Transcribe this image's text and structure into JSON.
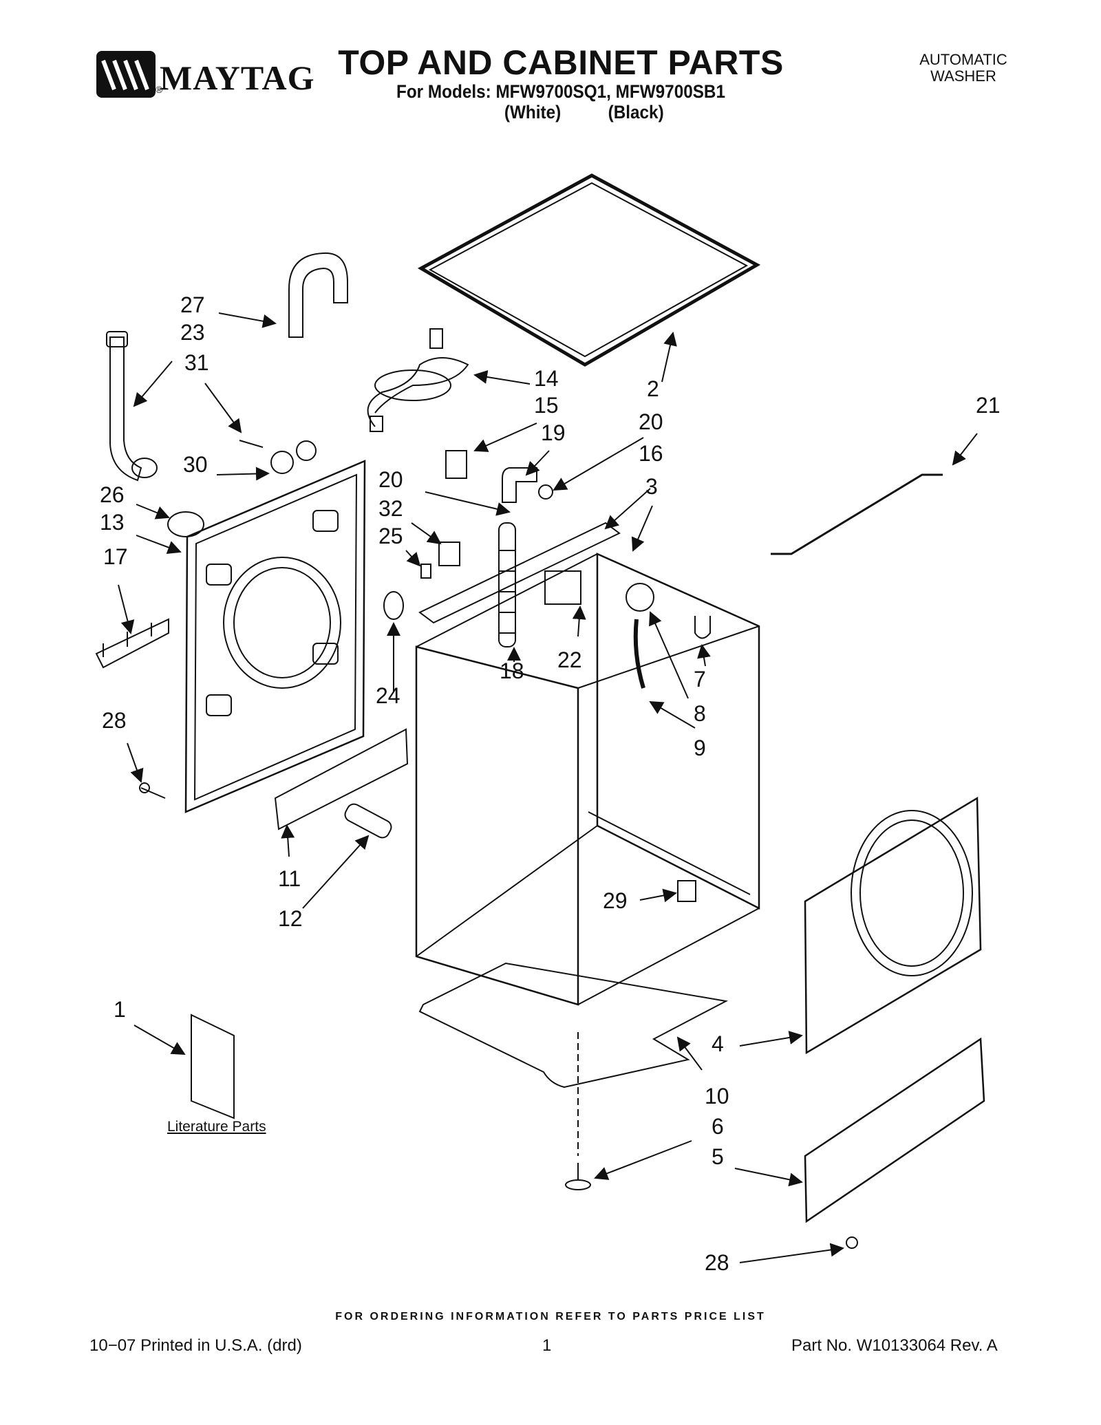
{
  "brand": {
    "name": "MAYTAG",
    "registered": "®"
  },
  "header": {
    "title": "TOP AND CABINET PARTS",
    "models": "For Models: MFW9700SQ1, MFW9700SB1",
    "color_white": "(White)",
    "color_black": "(Black)",
    "type_line1": "AUTOMATIC",
    "type_line2": "WASHER"
  },
  "callouts": {
    "c27": "27",
    "c23": "23",
    "c31": "31",
    "c30": "30",
    "c26": "26",
    "c13": "13",
    "c17": "17",
    "c28a": "28",
    "c14": "14",
    "c15": "15",
    "c19": "19",
    "c20a": "20",
    "c20b": "20",
    "c16": "16",
    "c32": "32",
    "c25": "25",
    "c24": "24",
    "c18": "18",
    "c22": "22",
    "c2": "2",
    "c21": "21",
    "c3": "3",
    "c7": "7",
    "c8": "8",
    "c9": "9",
    "c11": "11",
    "c12": "12",
    "c29": "29",
    "c1": "1",
    "c4": "4",
    "c10": "10",
    "c6": "6",
    "c5": "5",
    "c28b": "28"
  },
  "literature_label": "Literature Parts",
  "footer": {
    "ordering": "FOR ORDERING INFORMATION REFER TO PARTS PRICE LIST",
    "printed": "10−07 Printed in U.S.A. (drd)",
    "page": "1",
    "part_no": "Part No. W10133064 Rev. A"
  }
}
